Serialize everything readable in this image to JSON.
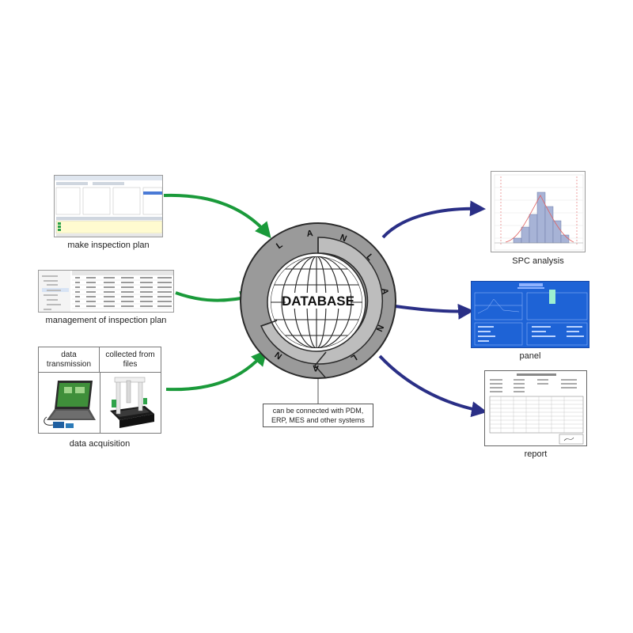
{
  "center": {
    "label": "DATABASE",
    "ring_letters": [
      "L",
      "A",
      "N",
      "L",
      "A",
      "N",
      "L",
      "A",
      "N"
    ]
  },
  "left_items": [
    {
      "caption": "make inspection plan"
    },
    {
      "caption": "management of inspection plan"
    },
    {
      "caption": "data acquisition"
    }
  ],
  "acquisition": {
    "col1": "data\ntransmission",
    "col2": "collected from\nfiles"
  },
  "right_items": [
    {
      "caption": "SPC analysis"
    },
    {
      "caption": "panel"
    },
    {
      "caption": "report"
    }
  ],
  "note": "can be connected with PDM,\nERP, MES and other systems",
  "colors": {
    "input_arrow": "#1a9a3a",
    "output_arrow": "#2a2f86",
    "ring": "#9a9a9a",
    "panel_bg": "#1e63d6"
  },
  "icons": [
    "laptop-icon",
    "cmm-machine-icon",
    "globe-icon"
  ]
}
